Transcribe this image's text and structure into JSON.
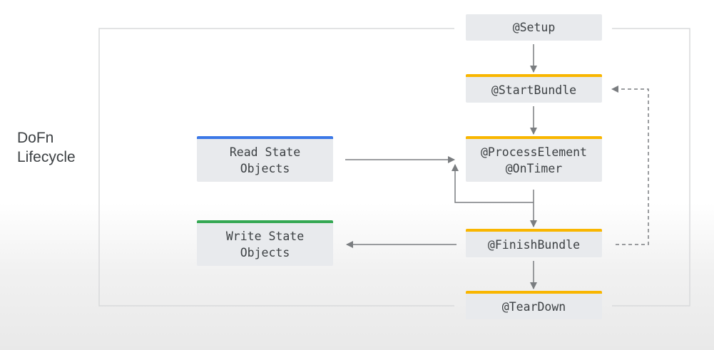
{
  "title": {
    "line1": "DoFn",
    "line2": "Lifecycle"
  },
  "nodes": {
    "setup": "@Setup",
    "start_bundle": "@StartBundle",
    "process_element": "@ProcessElement\n@OnTimer",
    "finish_bundle": "@FinishBundle",
    "teardown": "@TearDown",
    "read_state": "Read State\nObjects",
    "write_state": "Write State\nObjects"
  },
  "colors": {
    "lifecycle_bar": "#f9b600",
    "read_bar": "#3b78e7",
    "write_bar": "#34a853",
    "box_fill": "#e8eaed",
    "arrow": "#7a7d80"
  }
}
